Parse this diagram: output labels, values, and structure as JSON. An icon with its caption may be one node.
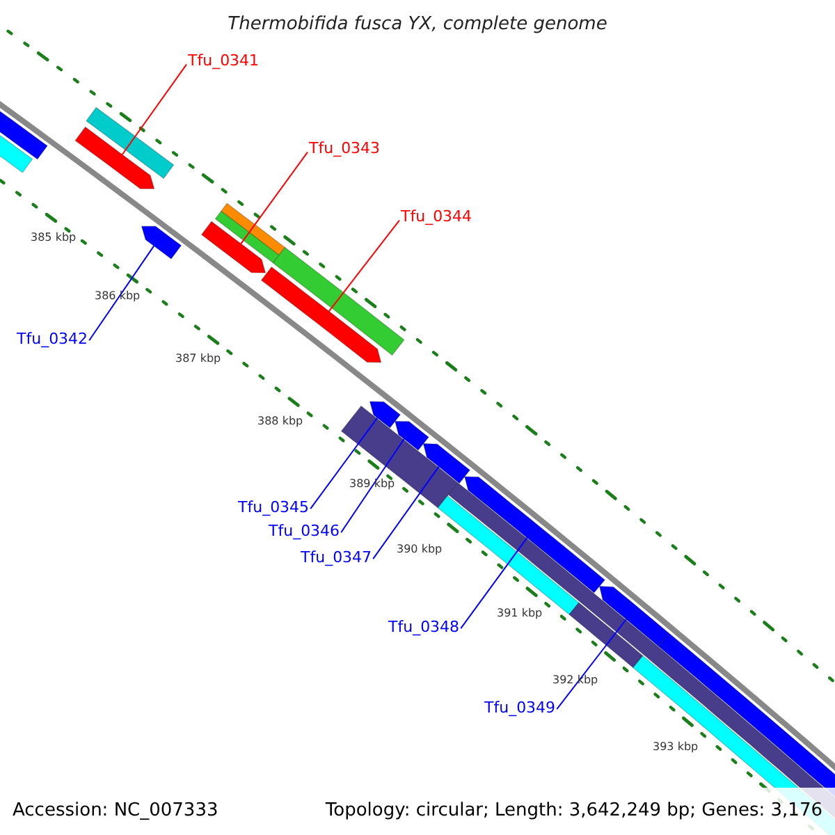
{
  "diagram": {
    "title": "Thermobifida fusca YX, complete genome",
    "nodes": [
      {
        "text": [
          "Tfu_0341"
        ]
      },
      {
        "text": [
          "Tfu_0343"
        ]
      },
      {
        "text": [
          "Tfu_0344"
        ]
      },
      {
        "text": [
          "Tfu_0342"
        ]
      },
      {
        "text": [
          "Tfu_0345"
        ]
      },
      {
        "text": [
          "Tfu_0346"
        ]
      },
      {
        "text": [
          "Tfu_0347"
        ]
      },
      {
        "text": [
          "Tfu_0348"
        ]
      },
      {
        "text": [
          "Tfu_0349"
        ]
      },
      {
        "text": [],
        "shape": "bar"
      },
      {
        "text": [],
        "shape": "bar"
      },
      {
        "text": [],
        "shape": "bar"
      },
      {
        "text": [],
        "shape": "bar"
      },
      {
        "text": [],
        "shape": "bar"
      },
      {
        "text": [],
        "shape": "bar"
      },
      {
        "text": [],
        "shape": "bar"
      },
      {
        "text": [],
        "shape": "bar"
      },
      {
        "text": [],
        "shape": "bar"
      }
    ],
    "edges": [
      {
        "from": 0,
        "to": 9,
        "arrow": "none",
        "color": "#ff0000"
      },
      {
        "from": 1,
        "to": 11,
        "arrow": "none",
        "color": "#ff0000"
      },
      {
        "from": 2,
        "to": 12,
        "arrow": "none",
        "color": "#ff0000"
      },
      {
        "from": 3,
        "to": 10,
        "arrow": "none"
      },
      {
        "from": 4,
        "to": 13,
        "arrow": "none"
      },
      {
        "from": 5,
        "to": 14,
        "arrow": "none"
      },
      {
        "from": 6,
        "to": 15,
        "arrow": "none"
      },
      {
        "from": 7,
        "to": 16,
        "arrow": "none"
      },
      {
        "from": 8,
        "to": 17,
        "arrow": "none"
      }
    ],
    "labels": [
      "385 kbp",
      "386 kbp",
      "387 kbp",
      "388 kbp",
      "389 kbp",
      "390 kbp",
      "391 kbp",
      "392 kbp",
      "393 kbp",
      "Accession: NC_007333",
      "Topology: circular; Length: 3,642,249 bp; Genes: 3,176"
    ]
  }
}
